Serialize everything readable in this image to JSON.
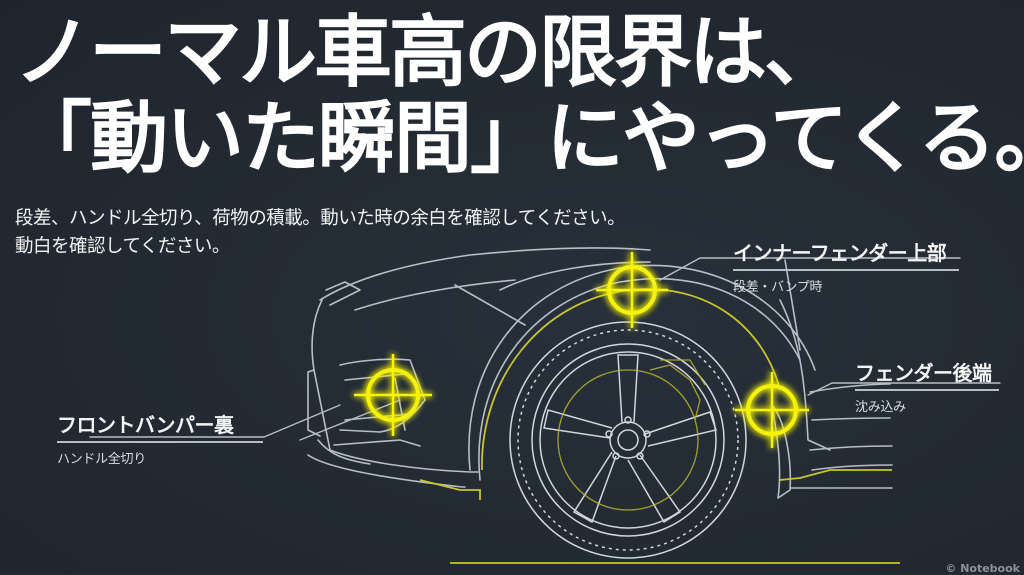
{
  "headline": {
    "line1": "ノーマル車高の限界は、",
    "line2": "「動いた瞬間」にやってくる。"
  },
  "subtext": {
    "line1": "段差、ハンドル全切り、荷物の積載。動いた時の余白を確認してください。",
    "line2": "動白を確認してください。"
  },
  "callouts": [
    {
      "id": "inner-fender-top",
      "title": "インナーフェンダー上部",
      "sub": "段差・バンプ時"
    },
    {
      "id": "fender-rear-edge",
      "title": "フェンダー後端",
      "sub": "沈み込み"
    },
    {
      "id": "front-bumper-inner",
      "title": "フロントバンパー裏",
      "sub": "ハンドル全切り"
    }
  ],
  "colors": {
    "background": "#232a34",
    "line_art": "#c9ced6",
    "accent_yellow": "#f5f20a",
    "ground_yellow": "#c9c62a",
    "text": "#ffffff"
  },
  "icons": {
    "target": "crosshair-target-icon"
  },
  "watermark": "© Notebook"
}
